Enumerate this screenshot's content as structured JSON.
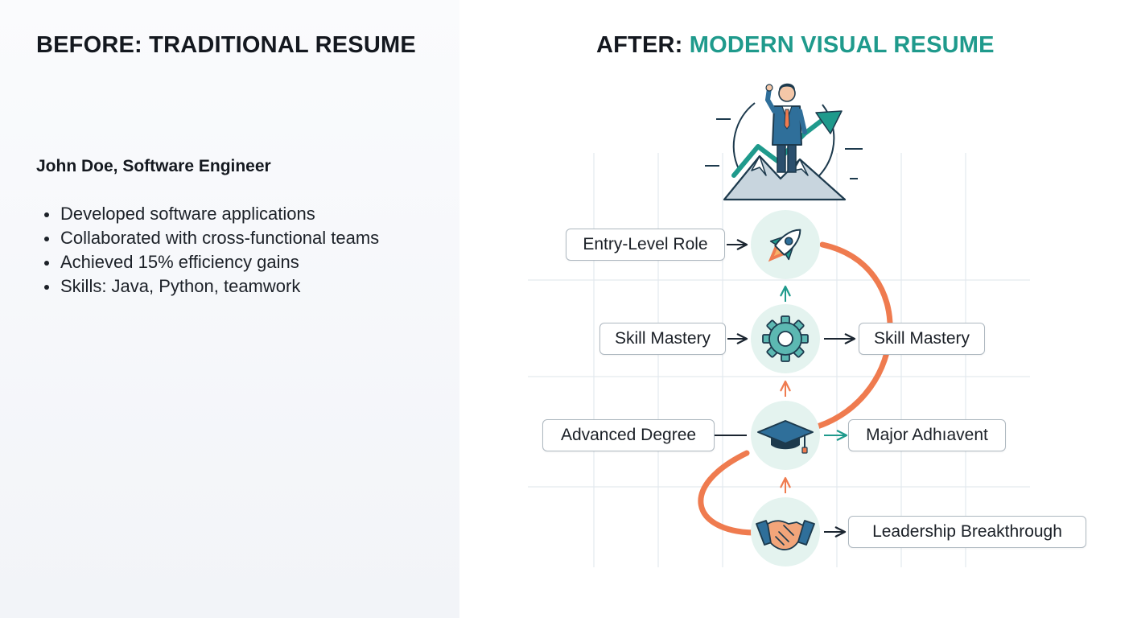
{
  "before": {
    "heading": "BEFORE: TRADITIONAL RESUME",
    "name_title": "John Doe, Software Engineer",
    "bullets": [
      "Developed software applications",
      "Collaborated with cross-functional teams",
      "Achieved 15% efficiency gains",
      "Skills: Java, Python, teamwork"
    ]
  },
  "after": {
    "heading_prefix": "AFTER:",
    "heading_accent": "MODERN VISUAL RESUME",
    "nodes": {
      "entry_role": "Entry-Level Role",
      "skill_mastery_left": "Skill Mastery",
      "skill_mastery_right": "Skill Mastery",
      "advanced_degree": "Advanced Degree",
      "major_achievement": "Major Adhıavent",
      "leadership": "Leadership Breakthrough"
    },
    "icons": [
      "businessman-summit-icon",
      "rocket-icon",
      "gear-icon",
      "graduation-cap-icon",
      "handshake-icon"
    ]
  },
  "colors": {
    "accent_teal": "#1f9a8c",
    "path_orange": "#ef7b4f",
    "circle_bg": "#e4f3ef",
    "text_dark": "#14181f"
  }
}
